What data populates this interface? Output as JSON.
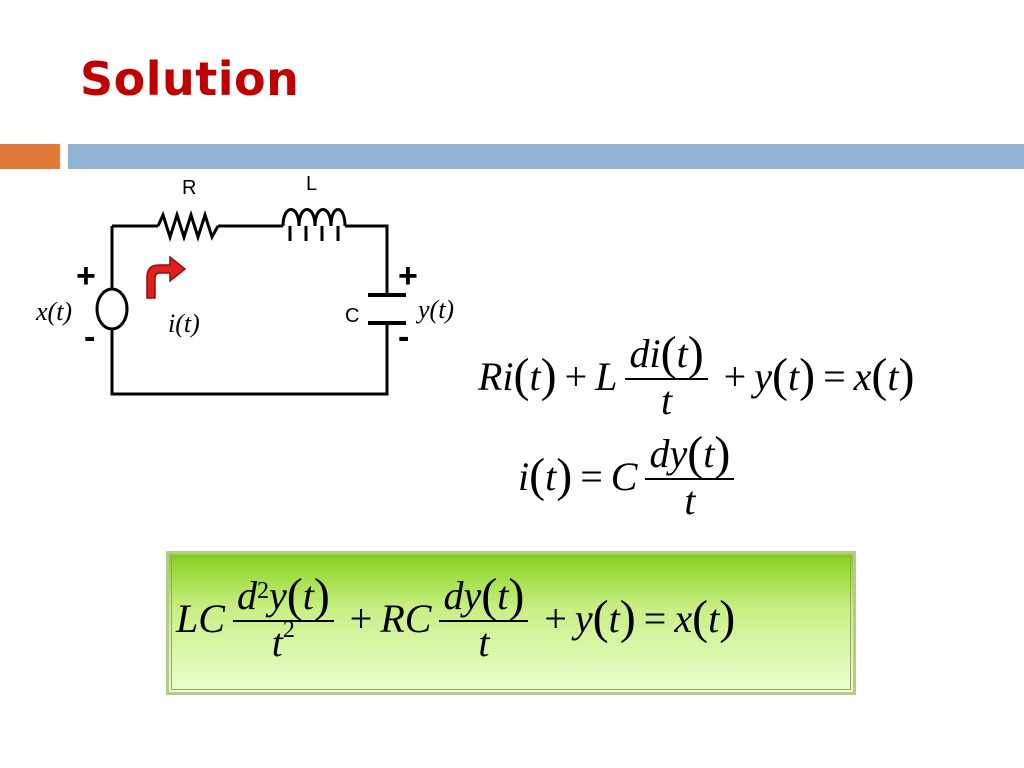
{
  "slide": {
    "title": "Solution"
  },
  "circuit": {
    "resistor_label": "R",
    "inductor_label": "L",
    "capacitor_label": "C",
    "source_plus": "+",
    "source_minus": "-",
    "source_label": "x(t)",
    "current_label": "i(t)",
    "output_plus": "+",
    "output_minus": "-",
    "output_label": "y(t)",
    "colors": {
      "wire": "#000000",
      "current_arrow": "#e0201a"
    }
  },
  "equations": {
    "kvl": {
      "term1": "Ri",
      "t1": "t",
      "plus1": "+",
      "term2": "L",
      "frac_num_a": "di",
      "frac_num_t": "t",
      "frac_den": "t",
      "plus2": "+",
      "term3": "y",
      "t3": "t",
      "equals": "=",
      "rhs": "x",
      "t4": "t"
    },
    "current": {
      "lhs": "i",
      "t1": "t",
      "equals": "=",
      "coef": "C",
      "frac_num_a": "dy",
      "frac_num_t": "t",
      "frac_den": "t"
    },
    "result": {
      "coef1": "LC",
      "f1_num_d": "d",
      "f1_num_exp": "2",
      "f1_num_y": "y",
      "f1_num_t": "t",
      "f1_den_t": "t",
      "f1_den_exp": "2",
      "plus1": "+",
      "coef2": "RC",
      "f2_num": "dy",
      "f2_num_t": "t",
      "f2_den": "t",
      "plus2": "+",
      "y": "y",
      "y_t": "t",
      "equals": "=",
      "x": "x",
      "x_t": "t",
      "box_colors": {
        "top": "#86d21c",
        "bottom": "#ecffd0",
        "border": "#b7c98f"
      }
    }
  }
}
